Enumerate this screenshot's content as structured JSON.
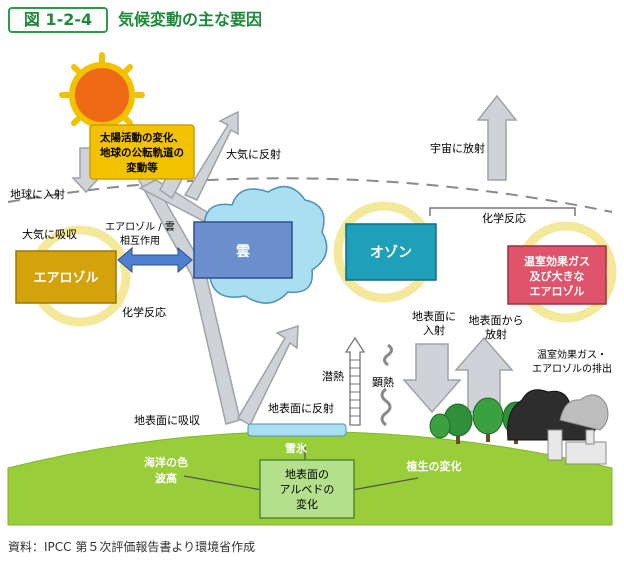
{
  "header": {
    "figure_no": "図 1-2-4",
    "title": "気候変動の主な要因"
  },
  "labels": {
    "sun_box": [
      "太陽活動の変化、",
      "地球の公転軌道の",
      "変動等"
    ],
    "reflect_atmos": "大気に反射",
    "space_emission": "宇宙に放射",
    "earth_incident": "地球に入射",
    "atmos_absorb": "大気に吸収",
    "aerosol_cloud": [
      "エアロゾル / 雲",
      "相互作用"
    ],
    "cloud": "雲",
    "ozone": "オゾン",
    "chem_reaction_top": "化学反応",
    "chem_reaction_left": "化学反応",
    "ghg_box": [
      "温室効果ガス",
      "及び大きな",
      "エアロゾル"
    ],
    "aerosol": "エアロゾル",
    "surface_incident": [
      "地表面に",
      "入射"
    ],
    "surface_emission": [
      "地表面から",
      "放射"
    ],
    "ghg_emission": [
      "温室効果ガス・",
      "エアロゾルの排出"
    ],
    "latent_heat": "潜熱",
    "sensible_heat": "顕熱",
    "surface_reflect": "地表面に反射",
    "surface_absorb": "地表面に吸収",
    "snow_ice": "雪氷",
    "ocean_color": [
      "海洋の色",
      "波高"
    ],
    "albedo_box": [
      "地表面の",
      "アルベドの",
      "変化"
    ],
    "vegetation": "植生の変化"
  },
  "colors": {
    "title_green": "#1f8a3a",
    "arrow_gray": "#cfd2d6",
    "sun_yellow": "#f2c100",
    "sun_orange": "#ee6a16",
    "cloud_light": "#a9dff0",
    "cloud_box": "#6b8fcd",
    "ozone_box": "#1e9fba",
    "ghg_box": "#e0546b",
    "aerosol_box": "#d4a20a",
    "cycle_yellow": "#f4e99a",
    "ground_green": "#9acd3a",
    "albedo_box": "#b5e08b"
  },
  "source": "資料：IPCC 第５次評価報告書より環境省作成"
}
